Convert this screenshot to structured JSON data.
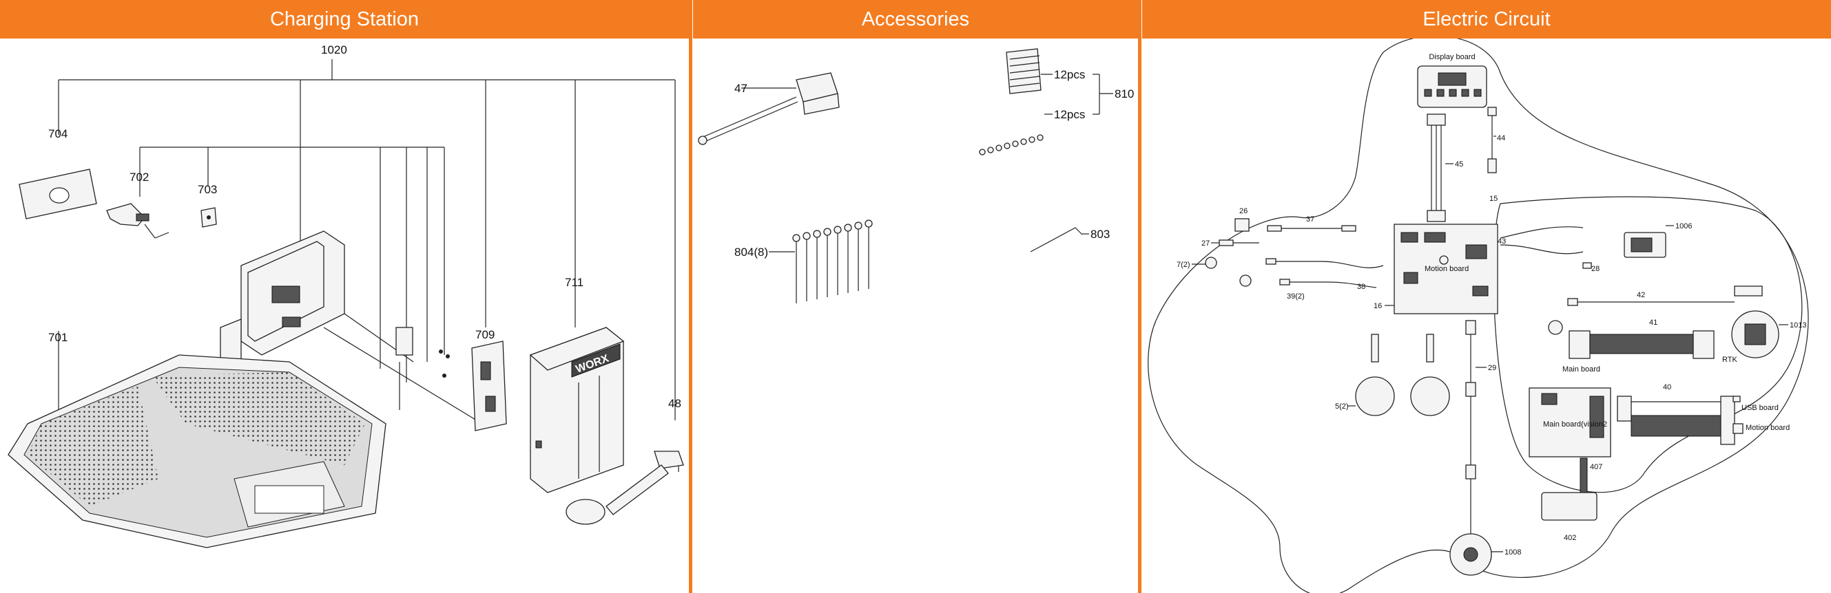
{
  "sections": {
    "charging": "Charging Station",
    "accessories": "Accessories",
    "circuit": "Electric Circuit"
  },
  "charging_labels": {
    "p1020": "1020",
    "p704": "704",
    "p702": "702",
    "p703": "703",
    "p701": "701",
    "p709": "709",
    "p711": "711",
    "p48": "48",
    "brand": "WORX"
  },
  "accessory_labels": {
    "p47": "47",
    "p810": "810",
    "pcs_a": "12pcs",
    "pcs_b": "12pcs",
    "p804": "804(8)",
    "p803": "803"
  },
  "circuit_labels": {
    "display_board": "Display board",
    "p44": "44",
    "p45": "45",
    "p15": "15",
    "p26": "26",
    "p37": "37",
    "p27": "27",
    "p7": "7(2)",
    "p39": "39(2)",
    "p38": "38",
    "p16": "16",
    "p43": "43",
    "p1006": "1006",
    "p28": "28",
    "p42": "42",
    "p41": "41",
    "p1013": "1013",
    "rtk": "RTK",
    "main_board": "Main board",
    "p40": "40",
    "usb_board": "USB board",
    "motion_board": "Motion board",
    "p29": "29",
    "p5": "5(2)",
    "main_board_vision2": "Main board(vision2",
    "p407": "407",
    "p402": "402",
    "p1008": "1008",
    "motion_board_center": "Motion board"
  }
}
